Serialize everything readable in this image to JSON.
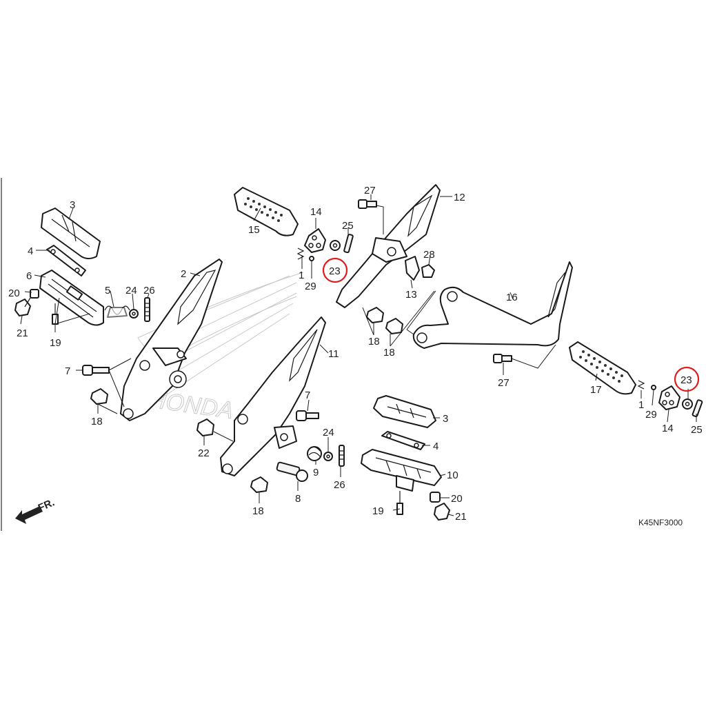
{
  "diagram_code": "K45NF3000",
  "direction_label": "FR.",
  "watermark_text": "HONDA",
  "highlight_color": "#e01b1b",
  "part_labels": [
    "1",
    "2",
    "3",
    "4",
    "5",
    "6",
    "7",
    "8",
    "9",
    "10",
    "11",
    "12",
    "13",
    "14",
    "15",
    "16",
    "17",
    "18",
    "19",
    "20",
    "21",
    "22",
    "23",
    "24",
    "25",
    "26",
    "27",
    "28",
    "29"
  ],
  "highlighted_part": "23"
}
